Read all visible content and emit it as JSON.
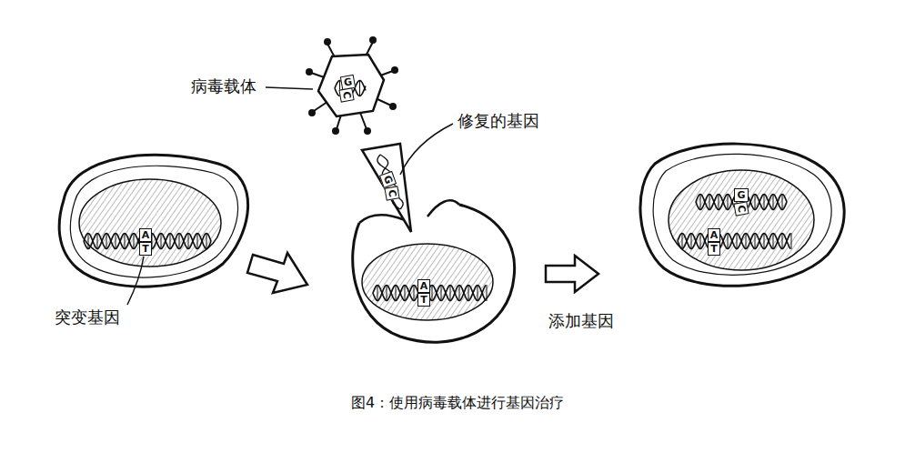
{
  "diagram": {
    "caption": "图4：使用病毒载体进行基因治疗",
    "nodes": [
      {
        "text": [
          "G"
        ]
      },
      {
        "text": [
          "C"
        ]
      },
      {
        "text": [
          "G"
        ]
      },
      {
        "text": [
          "C"
        ]
      },
      {
        "text": [
          "A"
        ]
      },
      {
        "text": [
          "T"
        ]
      },
      {
        "text": [
          "A"
        ]
      },
      {
        "text": [
          "T"
        ]
      },
      {
        "text": [
          "G"
        ]
      },
      {
        "text": [
          "C"
        ]
      },
      {
        "text": [
          "A"
        ]
      },
      {
        "text": [
          "T"
        ]
      }
    ],
    "labels": [
      "病毒载体",
      "修复的基因",
      "突变基因",
      "添加基因"
    ]
  }
}
